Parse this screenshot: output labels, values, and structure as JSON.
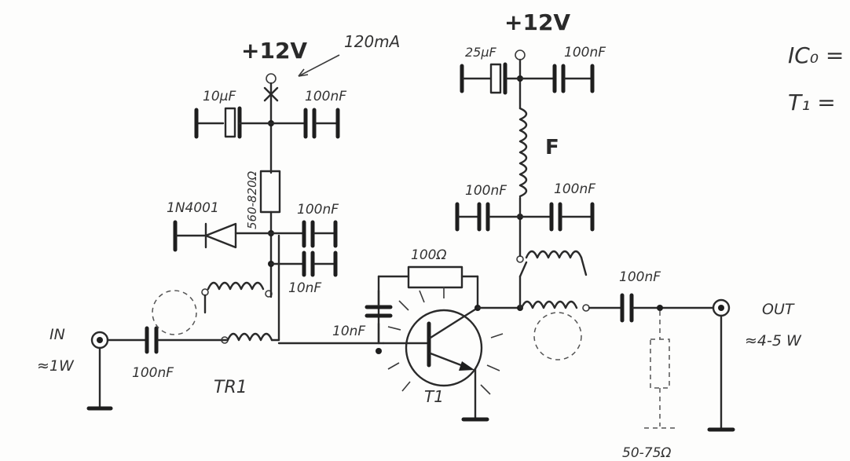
{
  "labels": {
    "supply_left": "+12V",
    "supply_right": "+12V",
    "current": "120mA",
    "c_10uf": "10µF",
    "c_100nf_top_left": "100nF",
    "resistor_bias": "560-820Ω",
    "diode": "1N4001",
    "c_100nf_bias": "100nF",
    "c_10nf_bias": "10nF",
    "c_25uf": "25µF",
    "c_100nf_top_right": "100nF",
    "choke_f": "F",
    "c_100nf_mid_left": "100nF",
    "c_100nf_mid_right": "100nF",
    "resistor_feedback": "100Ω",
    "c_10nf_feedback": "10nF",
    "c_100nf_out": "100nF",
    "in_label": "IN",
    "in_power": "≈1W",
    "c_100nf_in": "100nF",
    "transformer": "TR1",
    "transistor": "T1",
    "out_label": "OUT",
    "out_power": "≈4-5 W",
    "load": "50-75Ω",
    "note_ic": "IC₀ =",
    "note_t1": "T₁ ="
  }
}
